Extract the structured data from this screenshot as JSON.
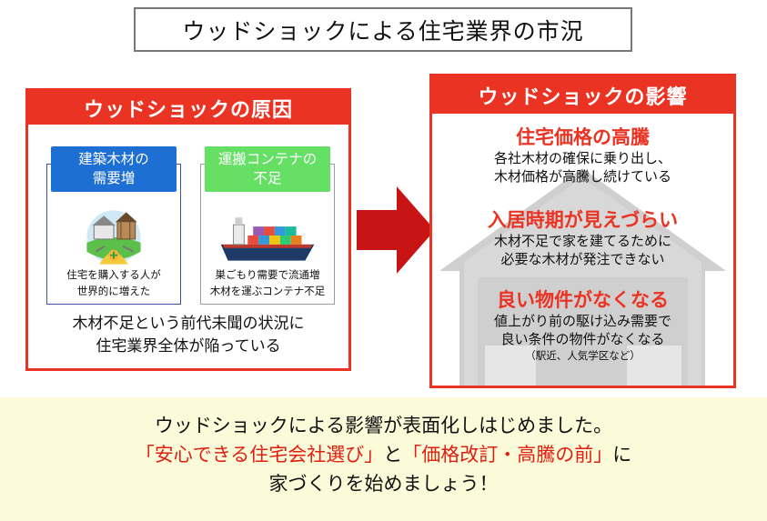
{
  "title": "ウッドショックによる住宅業界の市況",
  "causes": {
    "heading": "ウッドショックの原因",
    "items": [
      {
        "tag_line1": "建築木材の",
        "tag_line2": "需要増",
        "caption_line1": "住宅を購入する人が",
        "caption_line2": "世界的に増えた"
      },
      {
        "tag_line1": "運搬コンテナの",
        "tag_line2": "不足",
        "caption_line1": "巣ごもり需要で流通増",
        "caption_line2": "木材を運ぶコンテナ不足"
      }
    ],
    "footer_line1": "木材不足という前代未聞の状況に",
    "footer_line2": "住宅業界全体が陥っている"
  },
  "effects": {
    "heading": "ウッドショックの影響",
    "items": [
      {
        "title": "住宅価格の高騰",
        "line1": "各社木材の確保に乗り出し、",
        "line2": "木材価格が高騰し続けている"
      },
      {
        "title": "入居時期が見えづらい",
        "line1": "木材不足で家を建てるために",
        "line2": "必要な木材が発注できない"
      },
      {
        "title": "良い物件がなくなる",
        "line1": "値上がり前の駆け込み需要で",
        "line2": "良い条件の物件がなくなる",
        "note": "（駅近、人気学区など）"
      }
    ]
  },
  "message": {
    "line1": "ウッドショックによる影響が表面化しはじめました。",
    "line2_part1": "「安心できる住宅会社選び」",
    "line2_part2": "と",
    "line2_part3": "「価格改訂・高騰の前」",
    "line2_part4": "に",
    "line3": "家づくりを始めましょう！"
  },
  "colors": {
    "accent_red": "#ea3323",
    "tag_blue": "#1e6fd4",
    "tag_green": "#66e064",
    "band_yellow": "#fbfbd9"
  }
}
